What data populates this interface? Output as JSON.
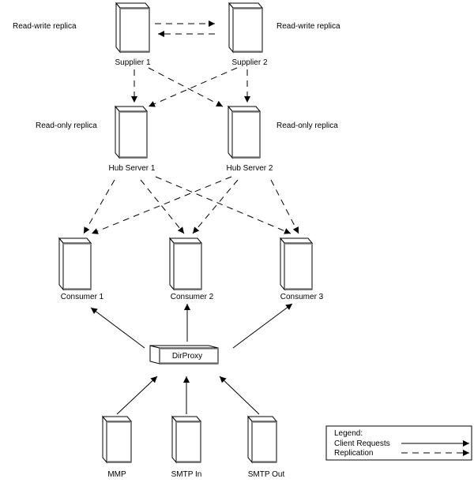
{
  "diagram": {
    "title": "",
    "nodes": {
      "supplier1": {
        "label": "Supplier 1",
        "role": "Read-write replica"
      },
      "supplier2": {
        "label": "Supplier 2",
        "role": "Read-write replica"
      },
      "hub1": {
        "label": "Hub Server 1",
        "role": "Read-only replica"
      },
      "hub2": {
        "label": "Hub Server 2",
        "role": "Read-only replica"
      },
      "consumer1": {
        "label": "Consumer 1"
      },
      "consumer2": {
        "label": "Consumer 2"
      },
      "consumer3": {
        "label": "Consumer 3"
      },
      "dirproxy": {
        "label": "DirProxy"
      },
      "mmp": {
        "label": "MMP"
      },
      "smtpin": {
        "label": "SMTP In"
      },
      "smtpout": {
        "label": "SMTP Out"
      }
    },
    "edges": [
      {
        "from": "supplier1",
        "to": "supplier2",
        "type": "replication"
      },
      {
        "from": "supplier2",
        "to": "supplier1",
        "type": "replication"
      },
      {
        "from": "supplier1",
        "to": "hub1",
        "type": "replication"
      },
      {
        "from": "supplier1",
        "to": "hub2",
        "type": "replication"
      },
      {
        "from": "supplier2",
        "to": "hub1",
        "type": "replication"
      },
      {
        "from": "supplier2",
        "to": "hub2",
        "type": "replication"
      },
      {
        "from": "hub1",
        "to": "consumer1",
        "type": "replication"
      },
      {
        "from": "hub1",
        "to": "consumer2",
        "type": "replication"
      },
      {
        "from": "hub1",
        "to": "consumer3",
        "type": "replication"
      },
      {
        "from": "hub2",
        "to": "consumer1",
        "type": "replication"
      },
      {
        "from": "hub2",
        "to": "consumer2",
        "type": "replication"
      },
      {
        "from": "hub2",
        "to": "consumer3",
        "type": "replication"
      },
      {
        "from": "dirproxy",
        "to": "consumer1",
        "type": "client-request"
      },
      {
        "from": "dirproxy",
        "to": "consumer2",
        "type": "client-request"
      },
      {
        "from": "dirproxy",
        "to": "consumer3",
        "type": "client-request"
      },
      {
        "from": "mmp",
        "to": "dirproxy",
        "type": "client-request"
      },
      {
        "from": "smtpin",
        "to": "dirproxy",
        "type": "client-request"
      },
      {
        "from": "smtpout",
        "to": "dirproxy",
        "type": "client-request"
      }
    ],
    "legend": {
      "title": "Legend:",
      "client_requests": "Client Requests",
      "replication": "Replication"
    }
  }
}
